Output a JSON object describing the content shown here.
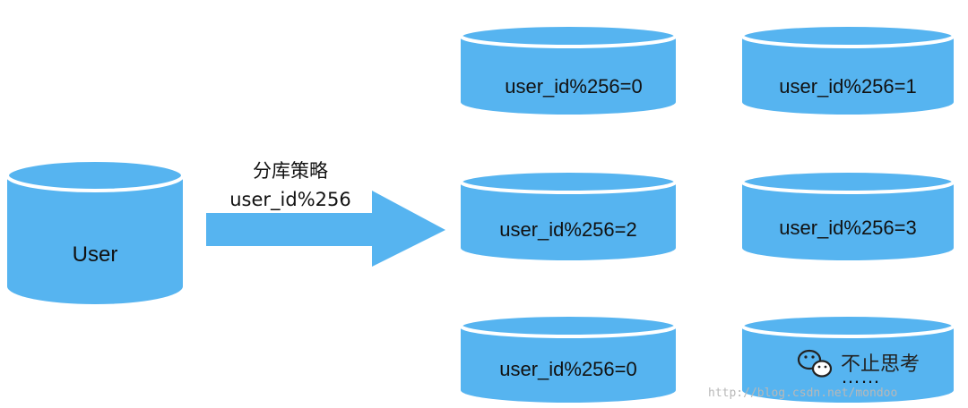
{
  "colors": {
    "cylinder_fill": "#56b4f0",
    "cylinder_rim": "#ffffff",
    "arrow_fill": "#56b4f0",
    "text": "#111111"
  },
  "source": {
    "label": "User"
  },
  "arrow": {
    "line1": "分库策略",
    "line2": "user_id%256"
  },
  "shards": [
    {
      "label": "user_id%256=0"
    },
    {
      "label": "user_id%256=1"
    },
    {
      "label": "user_id%256=2"
    },
    {
      "label": "user_id%256=3"
    },
    {
      "label": "user_id%256=0"
    },
    {
      "label": "……"
    }
  ],
  "watermark": {
    "brand": "不止思考",
    "icon": "wechat-icon",
    "url": "http://blog.csdn.net/mondoo"
  }
}
